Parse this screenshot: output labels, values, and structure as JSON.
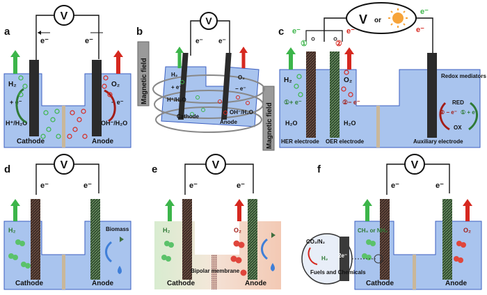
{
  "panels": {
    "a": {
      "letter": "a",
      "meter": "V",
      "electron_left": "e⁻",
      "electron_right": "e⁻",
      "h2": "H₂",
      "plus_e": "+ e⁻",
      "h_source": "H⁺/H₂O",
      "o2": "O₂",
      "minus_e": "− e⁻",
      "oh_source": "OH⁻/H₂O",
      "cathode": "Cathode",
      "anode": "Anode"
    },
    "b": {
      "letter": "b",
      "meter": "V",
      "electron_left": "e⁻",
      "electron_right": "e⁻",
      "field_left": "Magnetic field",
      "field_right": "Magnetic field",
      "h2": "H₂",
      "plus_e": "+ e⁻",
      "h_source": "H⁺/H₂O",
      "o2": "O₂",
      "minus_e": "− e⁻",
      "oh_source": "OH⁻/H₂O",
      "cathode": "Cathode",
      "anode": "Anode"
    },
    "c": {
      "letter": "c",
      "meter": "V",
      "or": "or",
      "electron_1": "e⁻",
      "electron_2": "e⁻",
      "electron_3": "e⁻",
      "electron_4": "e⁻",
      "step1": "①",
      "step2": "②",
      "h2": "H₂",
      "plus_e": "①+ e⁻",
      "h2o_left": "H₂O",
      "o2": "O₂",
      "minus_e": "②− e⁻",
      "h2o_mid": "H₂O",
      "redox_label": "Redox mediators or electron reservoirs",
      "red": "RED",
      "ox": "OX",
      "aux_minus": "② − e⁻",
      "aux_plus": "① + e⁻",
      "her": "HER electrode",
      "oer": "OER electrode",
      "aux": "Auxiliary electrode"
    },
    "d": {
      "letter": "d",
      "meter": "V",
      "electron_left": "e⁻",
      "electron_right": "e⁻",
      "h2": "H₂",
      "biomass": "Biomass",
      "cathode": "Cathode",
      "anode": "Anode"
    },
    "e": {
      "letter": "e",
      "meter": "V",
      "electron_left": "e⁻",
      "electron_right": "e⁻",
      "h2": "H₂",
      "o2": "O₂",
      "membrane": "Bipolar membrane",
      "cathode": "Cathode",
      "anode": "Anode"
    },
    "f": {
      "letter": "f",
      "meter": "V",
      "electron_left": "e⁻",
      "electron_right": "e⁻",
      "product": "CH₄ or NH₃",
      "o2": "O₂",
      "feed": "CO₂/N₂",
      "h2": "H₂",
      "two_e": "2e⁻",
      "fuels": "Fuels and Chemicals",
      "cathode": "Cathode",
      "anode": "Anode"
    }
  },
  "colors": {
    "electrolyte": "#a9c4ee",
    "electrolyte_edge": "#3a5ec0",
    "h2_green": "#3cb54a",
    "o2_red": "#d6281f",
    "electrode_dark": "#2b2b2b",
    "electrode_green": "#3c5b3a",
    "sun": "#f7a43a"
  }
}
